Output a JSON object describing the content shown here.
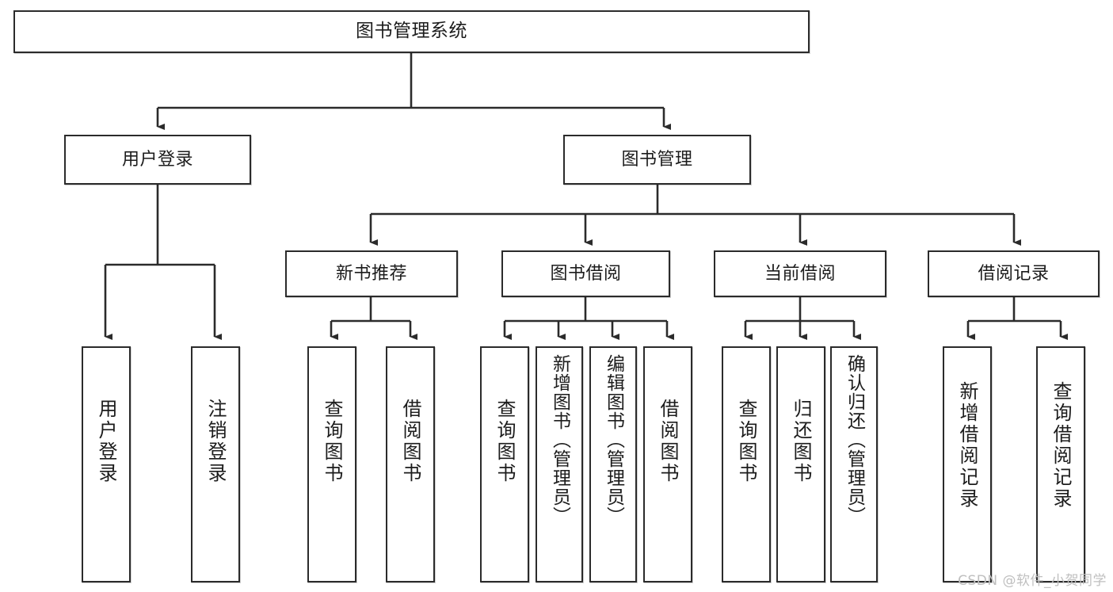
{
  "diagram": {
    "title": "图书管理系统",
    "type": "tree-hierarchy-chart",
    "watermark": "CSDN @软件_小贺同学",
    "line_color": "#2b2b2b",
    "box_fill": "#ffffff",
    "text_color": "#1c1c1c",
    "watermark_color": "#bfbfbf"
  },
  "root": {
    "label": "图书管理系统"
  },
  "level2": [
    {
      "label": "用户登录"
    },
    {
      "label": "图书管理"
    }
  ],
  "level3": [
    {
      "label": "新书推荐"
    },
    {
      "label": "图书借阅"
    },
    {
      "label": "当前借阅"
    },
    {
      "label": "借阅记录"
    }
  ],
  "leaves": {
    "user_login": [
      {
        "label": "用户登录"
      },
      {
        "label": "注销登录"
      }
    ],
    "new_book": [
      {
        "label": "查询图书"
      },
      {
        "label": "借阅图书"
      }
    ],
    "borrow_book": [
      {
        "label": "查询图书"
      },
      {
        "label": "新增图书（管理员）"
      },
      {
        "label": "编辑图书（管理员）"
      },
      {
        "label": "借阅图书"
      }
    ],
    "current_borrow": [
      {
        "label": "查询图书"
      },
      {
        "label": "归还图书"
      },
      {
        "label": "确认归还（管理员）"
      }
    ],
    "borrow_record": [
      {
        "label": "新增借阅记录"
      },
      {
        "label": "查询借阅记录"
      }
    ]
  }
}
